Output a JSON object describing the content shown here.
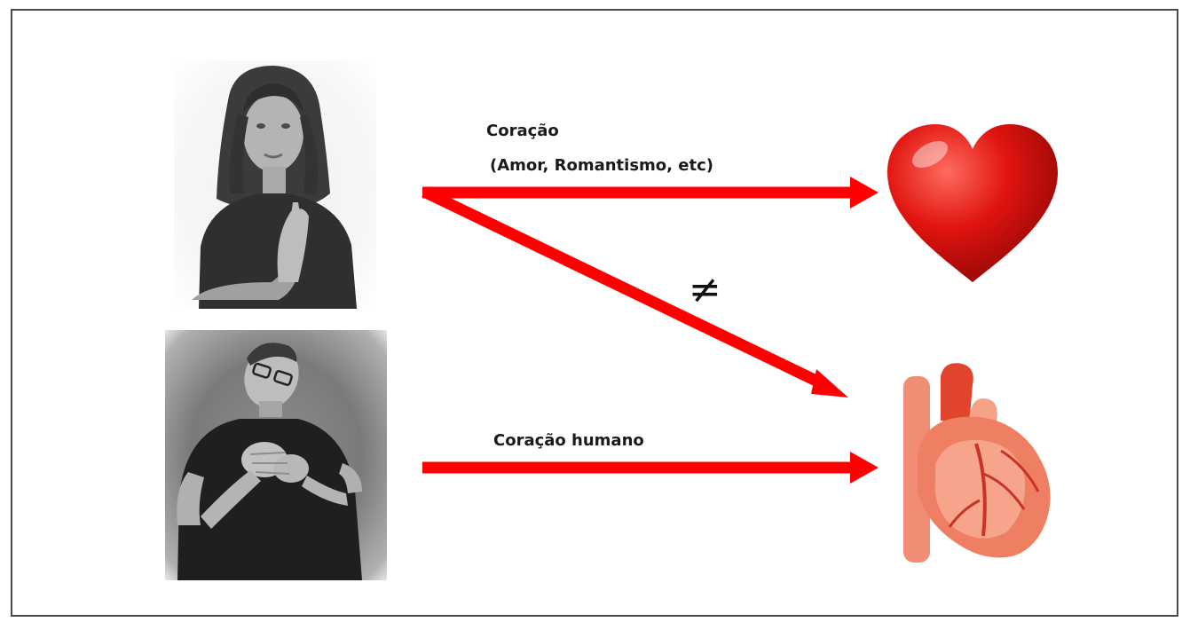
{
  "diagram": {
    "labels": {
      "heart_sign": "Coração",
      "heart_sign_meaning": "(Amor, Romantismo, etc)",
      "human_heart_sign": "Coração humano",
      "not_equal": "≠"
    },
    "colors": {
      "arrow": "#ff0000",
      "heart": "#d40c0c",
      "anatomy": "#e9785a"
    },
    "icons": {
      "love_heart": "heart-icon",
      "human_heart": "anatomical-heart-icon"
    }
  }
}
